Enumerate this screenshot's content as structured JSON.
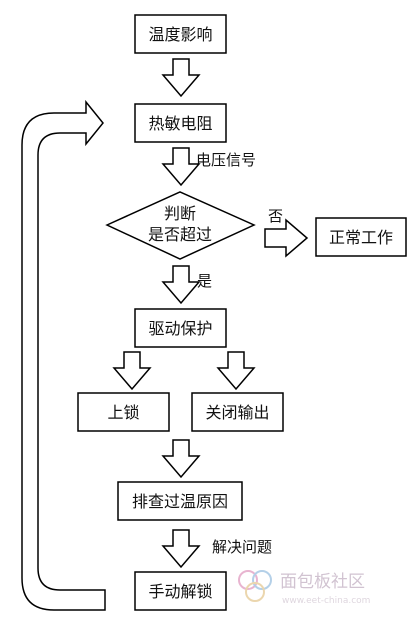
{
  "nodes": {
    "temp_effect": "温度影响",
    "thermistor": "热敏电阻",
    "decision_line1": "判断",
    "decision_line2": "是否超过",
    "normal_work": "正常工作",
    "drive_protect": "驱动保护",
    "power_on": "上锁",
    "shutdown_output": "关闭输出",
    "check_cause": "排查过温原因",
    "manual_unlock": "手动解锁"
  },
  "edge_labels": {
    "voltage_signal": "电压信号",
    "no": "否",
    "yes": "是",
    "solve_problem": "解决问题"
  },
  "watermark": {
    "brand": "面包板社区",
    "url": "www.eet-china.com"
  }
}
